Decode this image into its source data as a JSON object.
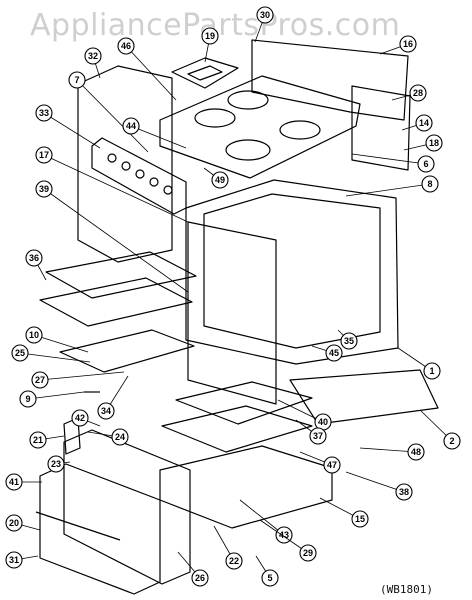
{
  "watermark": "AppliancePartsPros.com",
  "diagram_code": "(WB1801)",
  "callouts": [
    {
      "id": "c30",
      "label": "30"
    },
    {
      "id": "c16",
      "label": "16"
    },
    {
      "id": "c19",
      "label": "19"
    },
    {
      "id": "c46",
      "label": "46"
    },
    {
      "id": "c32",
      "label": "32"
    },
    {
      "id": "c7",
      "label": "7"
    },
    {
      "id": "c28",
      "label": "28"
    },
    {
      "id": "c14",
      "label": "14"
    },
    {
      "id": "c33",
      "label": "33"
    },
    {
      "id": "c44",
      "label": "44"
    },
    {
      "id": "c18",
      "label": "18"
    },
    {
      "id": "c17",
      "label": "17"
    },
    {
      "id": "c49",
      "label": "49"
    },
    {
      "id": "c6",
      "label": "6"
    },
    {
      "id": "c8",
      "label": "8"
    },
    {
      "id": "c39",
      "label": "39"
    },
    {
      "id": "c36",
      "label": "36"
    },
    {
      "id": "c10",
      "label": "10"
    },
    {
      "id": "c25",
      "label": "25"
    },
    {
      "id": "c45",
      "label": "45"
    },
    {
      "id": "c35",
      "label": "35"
    },
    {
      "id": "c27",
      "label": "27"
    },
    {
      "id": "c1",
      "label": "1"
    },
    {
      "id": "c9",
      "label": "9"
    },
    {
      "id": "c34",
      "label": "34"
    },
    {
      "id": "c42",
      "label": "42"
    },
    {
      "id": "c40",
      "label": "40"
    },
    {
      "id": "c21",
      "label": "21"
    },
    {
      "id": "c24",
      "label": "24"
    },
    {
      "id": "c23",
      "label": "23"
    },
    {
      "id": "c37",
      "label": "37"
    },
    {
      "id": "c2",
      "label": "2"
    },
    {
      "id": "c48",
      "label": "48"
    },
    {
      "id": "c41",
      "label": "41"
    },
    {
      "id": "c47",
      "label": "47"
    },
    {
      "id": "c38",
      "label": "38"
    },
    {
      "id": "c15",
      "label": "15"
    },
    {
      "id": "c20",
      "label": "20"
    },
    {
      "id": "c43",
      "label": "43"
    },
    {
      "id": "c29",
      "label": "29"
    },
    {
      "id": "c22",
      "label": "22"
    },
    {
      "id": "c5",
      "label": "5"
    },
    {
      "id": "c31",
      "label": "31"
    },
    {
      "id": "c26",
      "label": "26"
    }
  ]
}
